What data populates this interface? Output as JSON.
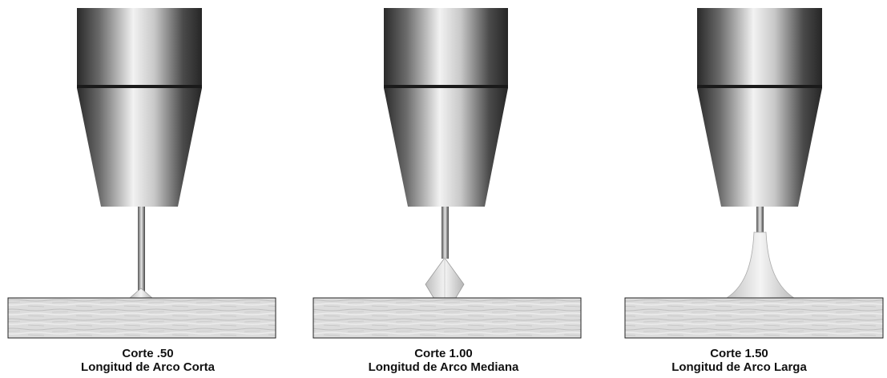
{
  "panels": [
    {
      "title": "Corte .50",
      "subtitle": "Longitud de Arco Corta",
      "arc": "short"
    },
    {
      "title": "Corte 1.00",
      "subtitle": "Longitud de Arco Mediana",
      "arc": "medium"
    },
    {
      "title": "Corte 1.50",
      "subtitle": "Longitud de Arco Larga",
      "arc": "long"
    }
  ],
  "colors": {
    "metal_dark": "#2a2a2a",
    "metal_light": "#f2f2f2",
    "arc_glow": "#e8e8e8",
    "plate_fill": "#d9d9d9"
  }
}
